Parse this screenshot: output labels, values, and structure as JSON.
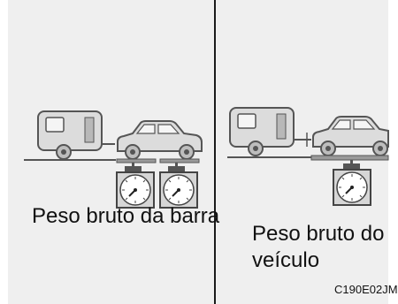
{
  "panels": [
    {
      "caption_lines": [
        "Peso bruto da barra"
      ]
    },
    {
      "caption_lines": [
        "Peso bruto do",
        "veículo"
      ]
    }
  ],
  "figure_code": "C190E02JM",
  "colors": {
    "background": "#efefef",
    "divider": "#1a1a1a",
    "vehicle_outline": "#555555",
    "vehicle_fill": "#dcdcdc",
    "scale_fill": "#d6d6d6",
    "scale_face": "#ffffff"
  },
  "icons": [
    "trailer-icon",
    "car-icon",
    "scale-icon"
  ]
}
